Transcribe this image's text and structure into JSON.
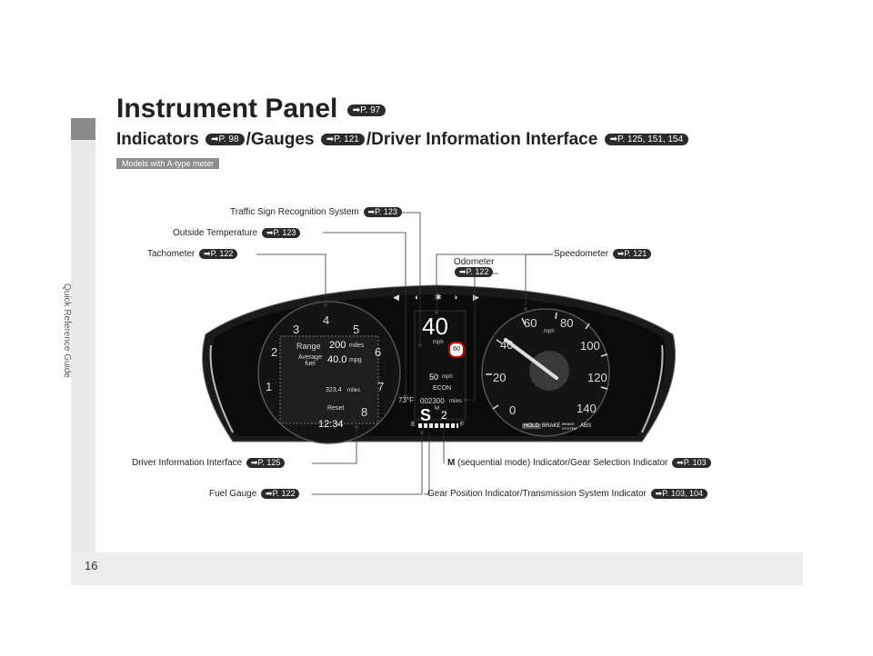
{
  "sidebar": {
    "label": "Quick Reference Guide"
  },
  "page": {
    "number": "16"
  },
  "heading": {
    "title": "Instrument Panel",
    "title_ref": "P. 97",
    "indicators": "Indicators",
    "indicators_ref": "P. 98",
    "gauges": "/Gauges",
    "gauges_ref": "P. 121",
    "dii": "/Driver Information Interface",
    "dii_ref": "P. 125, 151, 154"
  },
  "model_tag": "Models with A-type meter",
  "callouts": {
    "traffic_sign": {
      "label": "Traffic Sign Recognition System",
      "ref": "P. 123"
    },
    "outside_temp": {
      "label": "Outside Temperature",
      "ref": "P. 123"
    },
    "tachometer": {
      "label": "Tachometer",
      "ref": "P. 122"
    },
    "odometer": {
      "label": "Odometer",
      "ref": "P. 122"
    },
    "speedometer": {
      "label": "Speedometer",
      "ref": "P. 121"
    },
    "dii": {
      "label": "Driver Information Interface",
      "ref": "P. 125"
    },
    "fuel_gauge": {
      "label": "Fuel Gauge",
      "ref": "P. 122"
    },
    "m_indicator": {
      "bold": "M",
      "label": " (sequential mode) Indicator/Gear Selection Indicator",
      "ref": "P. 103"
    },
    "gear_position": {
      "label": "Gear Position Indicator/Transmission System Indicator",
      "ref": "P. 103, 104"
    }
  },
  "cluster": {
    "tach_numbers": [
      "1",
      "2",
      "3",
      "4",
      "5",
      "6",
      "7",
      "8"
    ],
    "speed_numbers": [
      "0",
      "20",
      "40",
      "60",
      "80",
      "100",
      "120",
      "140"
    ],
    "range_label": "Range",
    "range_value": "200",
    "range_unit": "miles",
    "avg_label": "Average fuel",
    "avg_value": "40.0",
    "avg_unit": "mpg",
    "trip_value": "323.4",
    "trip_unit": "miles",
    "reset": "Reset",
    "clock": "12:34",
    "speed_value": "40",
    "speed_unit": "mph",
    "sign_value": "60",
    "acc_speed": "50",
    "acc_unit": "mph",
    "econ": "ECON",
    "temp": "73°F",
    "odo_value": "002300",
    "odo_unit": "miles",
    "gear": "S",
    "gear_m": "M",
    "gear_num": "2",
    "fuel_e": "E",
    "fuel_f": "F",
    "mph_label": "mph",
    "hold": "HOLD",
    "brake": "BRAKE",
    "brake_system": "BRAKE SYSTEM",
    "abs": "ABS"
  }
}
